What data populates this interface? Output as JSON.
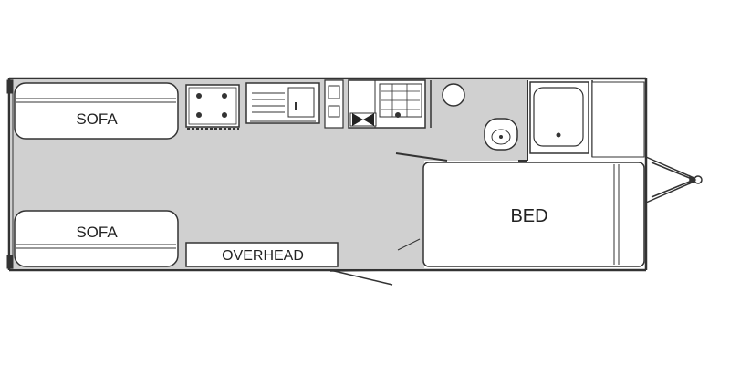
{
  "labels": {
    "sofa_front": "SOFA",
    "sofa_rear": "SOFA",
    "overhead": "OVERHEAD",
    "bed": "BED"
  },
  "colors": {
    "floor": "#d0d0d0",
    "wall": "#333333",
    "furniture_fill": "#ffffff",
    "line": "#444444"
  }
}
